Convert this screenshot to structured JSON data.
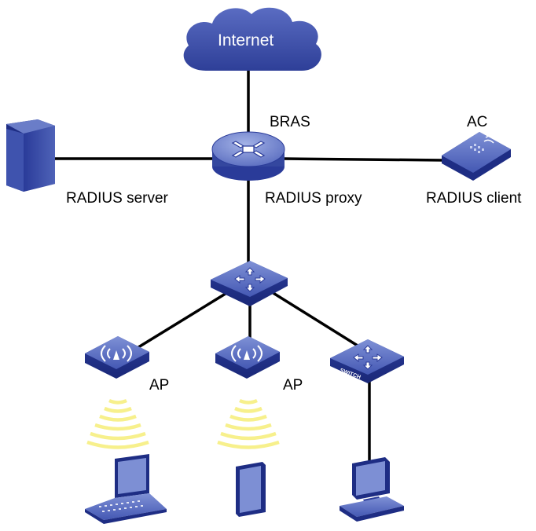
{
  "labels": {
    "internet": "Internet",
    "bras": "BRAS",
    "radius_proxy": "RADIUS proxy",
    "radius_server": "RADIUS server",
    "ac": "AC",
    "radius_client": "RADIUS client",
    "ap_left": "AP",
    "ap_middle": "AP",
    "switch_text": "SWITCH"
  },
  "colors": {
    "device_blue": "#2a3b99",
    "device_light": "#6f82c9",
    "cloud": "#3f51aa",
    "wifi_yellow": "#f7f08c",
    "link": "#000000"
  },
  "icons": {
    "cloud": "cloud-icon",
    "router": "router-icon",
    "server": "server-icon",
    "ac": "access-controller-icon",
    "switch": "switch-icon",
    "ap": "access-point-icon",
    "laptop": "laptop-icon",
    "tablet": "tablet-icon",
    "desktop": "desktop-pc-icon"
  }
}
